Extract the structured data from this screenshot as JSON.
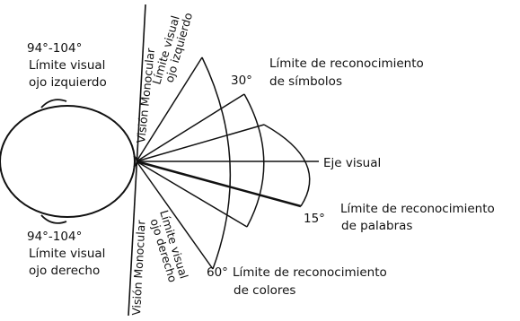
{
  "diagram": {
    "left_top_angle": "94°-104°",
    "left_top_line1": "Límite visual",
    "left_top_line2": "ojo izquierdo",
    "left_bottom_angle": "94°-104°",
    "left_bottom_line1": "Límite visual",
    "left_bottom_line2": "ojo derecho",
    "monocular_top": "Visión Monocular",
    "monocular_bottom": "Visión Monocular",
    "limit_left_eye_line1": "Límite visual",
    "limit_left_eye_line2": "ojo izquierdo",
    "limit_right_eye_line1": "Límite visual",
    "limit_right_eye_line2": "ojo derecho",
    "symbols_label_line1": "Límite de reconocimiento",
    "symbols_label_line2": "de símbolos",
    "angle_30": "30°",
    "eye_axis": "Eje visual",
    "words_label_line1": "Límite de reconocimiento",
    "words_label_line2": "de palabras",
    "angle_15": "15°",
    "angle_60": "60°",
    "colors_label_line1": "Límite de reconocimiento",
    "colors_label_line2": "de colores"
  }
}
